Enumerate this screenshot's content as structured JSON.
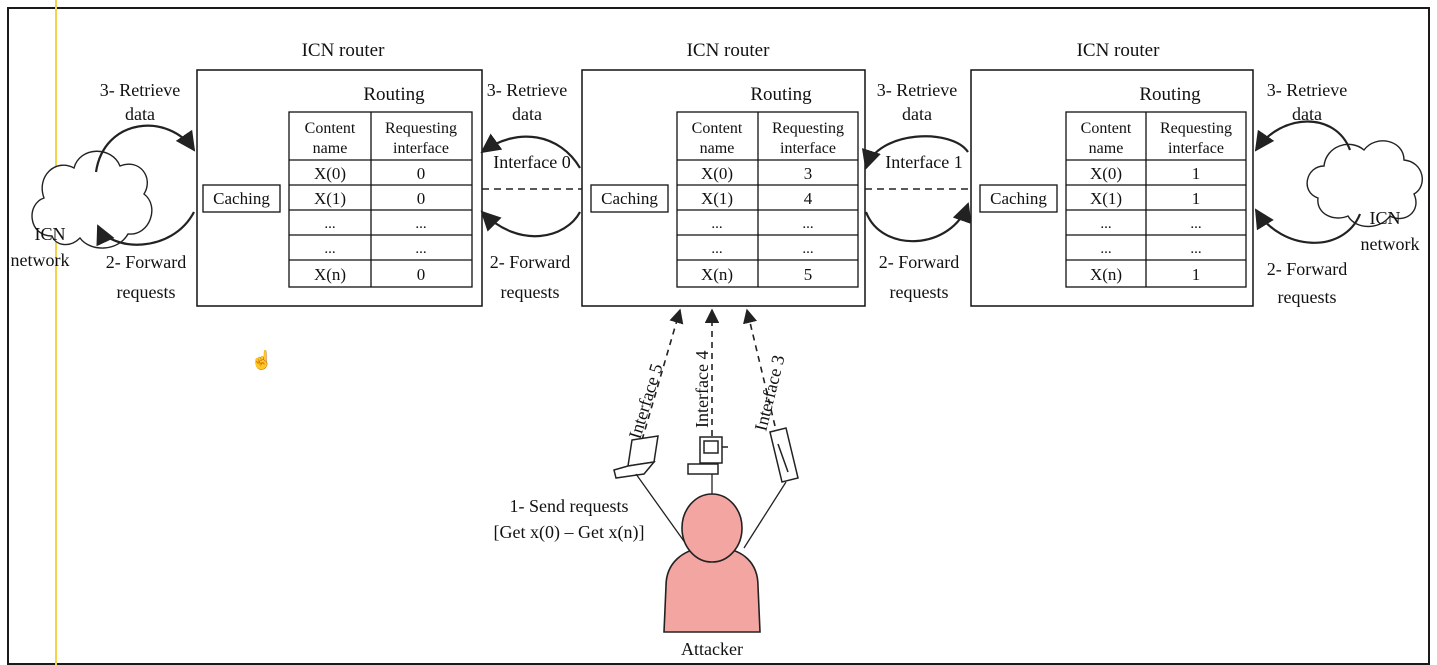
{
  "colors": {
    "border": "#1a1a1a",
    "left_margin_line": "#f2d34a",
    "attacker_fill": "#f3a6a1",
    "attacker_stroke": "#222222"
  },
  "routers": [
    {
      "title": "ICN router",
      "routing_label": "Routing",
      "caching_label": "Caching",
      "col_content_1": "Content",
      "col_content_2": "name",
      "col_iface_1": "Requesting",
      "col_iface_2": "interface",
      "rows": [
        {
          "name": "X(0)",
          "iface": "0"
        },
        {
          "name": "X(1)",
          "iface": "0"
        },
        {
          "name": "...",
          "iface": "..."
        },
        {
          "name": "...",
          "iface": "..."
        },
        {
          "name": "X(n)",
          "iface": "0"
        }
      ]
    },
    {
      "title": "ICN router",
      "routing_label": "Routing",
      "caching_label": "Caching",
      "col_content_1": "Content",
      "col_content_2": "name",
      "col_iface_1": "Requesting",
      "col_iface_2": "interface",
      "rows": [
        {
          "name": "X(0)",
          "iface": "3"
        },
        {
          "name": "X(1)",
          "iface": "4"
        },
        {
          "name": "...",
          "iface": "..."
        },
        {
          "name": "...",
          "iface": "..."
        },
        {
          "name": "X(n)",
          "iface": "5"
        }
      ]
    },
    {
      "title": "ICN router",
      "routing_label": "Routing",
      "caching_label": "Caching",
      "col_content_1": "Content",
      "col_content_2": "name",
      "col_iface_1": "Requesting",
      "col_iface_2": "interface",
      "rows": [
        {
          "name": "X(0)",
          "iface": "1"
        },
        {
          "name": "X(1)",
          "iface": "1"
        },
        {
          "name": "...",
          "iface": "..."
        },
        {
          "name": "...",
          "iface": "..."
        },
        {
          "name": "X(n)",
          "iface": "1"
        }
      ]
    }
  ],
  "labels": {
    "retrieve_1": "3- Retrieve",
    "retrieve_2": "data",
    "forward_1": "2- Forward",
    "forward_2": "requests",
    "icn_left_1": "ICN",
    "icn_left_2": "network",
    "icn_right_1": "ICN",
    "icn_right_2": "network",
    "interface_0": "Interface 0",
    "interface_1": "Interface 1",
    "interface_5": "Interface 5",
    "interface_4": "Interface 4",
    "interface_3": "Interface 3",
    "send_1": "1- Send requests",
    "send_2": "[Get x(0) – Get x(n)]",
    "attacker": "Attacker"
  }
}
